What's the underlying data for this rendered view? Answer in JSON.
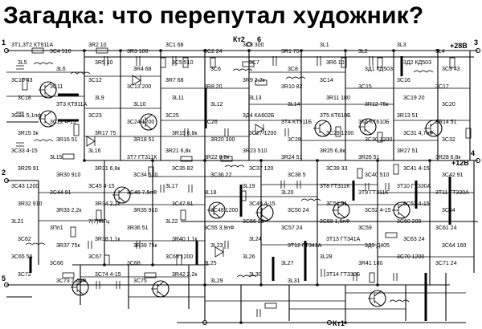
{
  "title": "Загадка: что перепутал художник?",
  "schematic": {
    "rails": [
      {
        "label": "+28В"
      },
      {
        "label": "+12В"
      },
      {
        "label": "Кт1"
      },
      {
        "label": "Кт2"
      }
    ],
    "terminals": [
      "1",
      "2",
      "3",
      "4",
      "5",
      "6"
    ],
    "component_labels": [
      "3T1,3T2 КТ911А",
      "3С4 510",
      "3R2 10",
      "3R3 100",
      "3С1 68",
      "3С2 24",
      "3С3 300",
      "3R1 75",
      "3L1",
      "3L2",
      "3L3",
      "3L4",
      "3L5",
      "3L6",
      "3R5 10",
      "3R4 68",
      "3С5 510",
      "3С6",
      "3С7",
      "3С8",
      "3R6 10",
      "3Д1 КД503",
      "3Д2 КД503",
      "3С9 43",
      "3С10 43",
      "3С11",
      "3С12",
      "3С13 200",
      "3R7 68",
      "3R8 20",
      "3R9 2,2к",
      "3R10 82",
      "3С14",
      "3С15",
      "3С16",
      "3С17",
      "3С18",
      "3Т3 КТ911А",
      "3L9",
      "3L10",
      "3L11",
      "3L12",
      "3L13",
      "3L14",
      "3R11 180",
      "3R12 75к",
      "3С19 20",
      "3С20",
      "3С21 5,1пф",
      "3С22 4-15",
      "3С23",
      "3С24 1200",
      "3С25",
      "3С26",
      "3Д4 КА602Б",
      "3Т4 КТ911Б",
      "3Т5 КТ610Б",
      "3Т6 КТ610Б",
      "3R13 51",
      "3R14 51",
      "3R15 3к",
      "3R16 51",
      "3R17 75",
      "3R18 51",
      "3R19 6,8к",
      "3R20 300",
      "3С27 1200",
      "3С28",
      "3С29 1200",
      "3С30 1200",
      "3С31 4,7пФ",
      "3С32",
      "3С33 4-15",
      "3L15",
      "3L16",
      "3Т7 ГТ311К",
      "3R21 6,8к",
      "3R22 6,8к",
      "3R23 510",
      "3R24 51",
      "3R25 6,8к",
      "3R26 51",
      "3R27 51",
      "3R28 6,8к",
      "3R29 91",
      "3R30 910",
      "3R31 6,8к",
      "3С34 510",
      "3С35 82",
      "3С36 22",
      "3С37 120",
      "3С38 5",
      "3С39 33",
      "3С40 510",
      "3С41 4-15",
      "3С42 91",
      "3С43 1200",
      "3С44 91",
      "3С45 4-15",
      "3С46 7,5пФ",
      "3L17",
      "3L18",
      "3L19",
      "3L20",
      "3Т8 ГТ311К",
      "3Т9 ГТ311К",
      "3Т10 ГТ330А",
      "3Т11 ГТ330А",
      "3R32 910",
      "3R33 2,2к",
      "3R34 2,2к",
      "3R35 910",
      "3С47 91",
      "3С48 1200",
      "3С49 4-15",
      "3С50 24",
      "3С51 91",
      "3С52 4-15",
      "3С53 4-15",
      "3С54",
      "3L21",
      "3Пп1",
      "7(7)МГц",
      "3R36 51",
      "3L22",
      "3С55 3,9пФ",
      "3С56 16",
      "3С57 24",
      "3С58 1,6пФ",
      "3С59",
      "3С60 200",
      "3С61 24",
      "3С62",
      "3R37 75к",
      "3R38 1,1к",
      "3R39 75к",
      "3R40 1,1к",
      "3L23",
      "3L24",
      "3Т12 ГТ341А",
      "3Т13 ГТ341А",
      "3Д5 Д405",
      "3С63 24",
      "3С64 160",
      "3С65 56",
      "3С66",
      "3С67",
      "3С68",
      "3С69 1200",
      "3L25",
      "3L26",
      "3L27",
      "3L28",
      "3R41 180",
      "3С70 1200",
      "3С71 24",
      "3С72",
      "3С73 2,4пФ",
      "3С74 4-15",
      "3С75",
      "3R42 2,2к",
      "3L29",
      "3L30",
      "3L31",
      "3Т14 ГТ330Б"
    ]
  }
}
